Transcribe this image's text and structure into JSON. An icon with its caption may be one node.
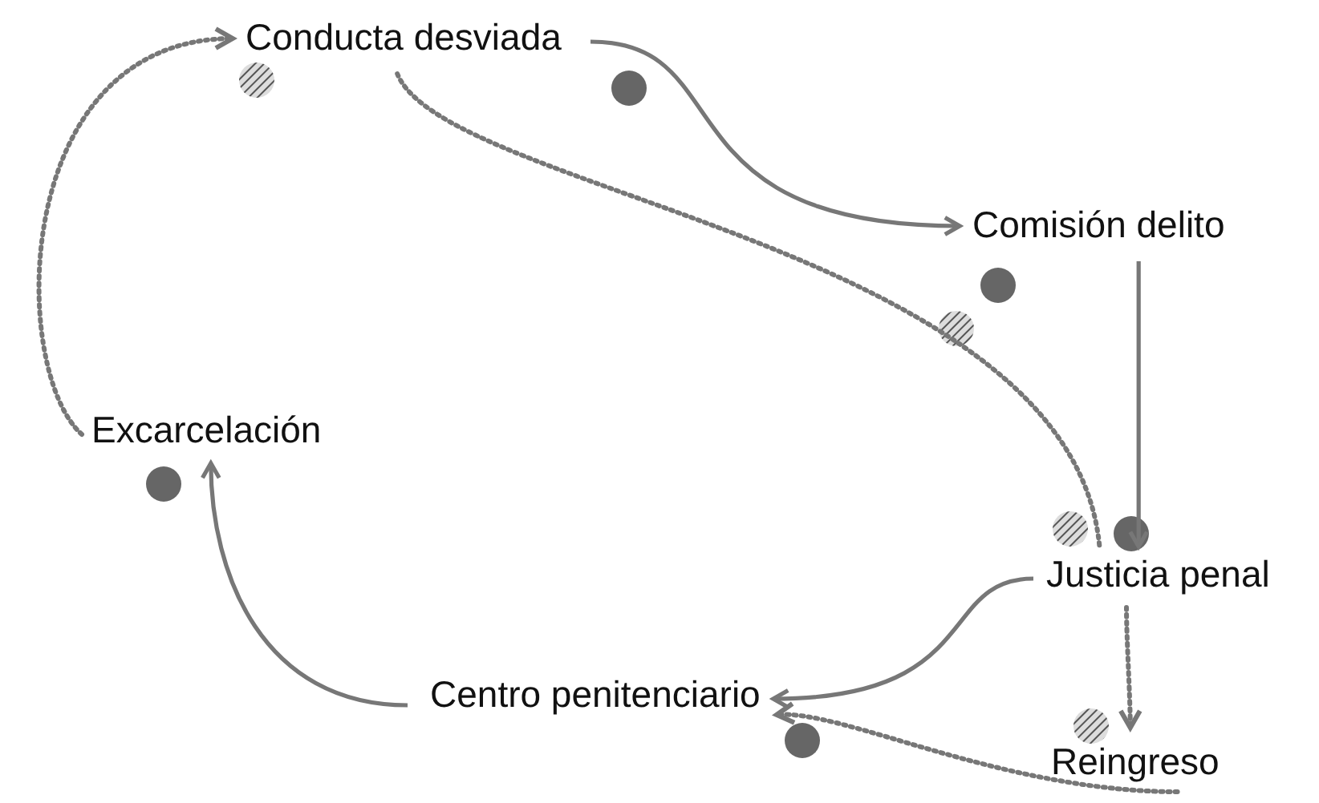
{
  "diagram": {
    "nodes": [
      {
        "text": [
          "Conducta desviada"
        ]
      },
      {
        "text": [
          "Comisión delito"
        ]
      },
      {
        "text": [
          "Excarcelación"
        ]
      },
      {
        "text": [
          "Justicia penal"
        ]
      },
      {
        "text": [
          "Centro penitenciario"
        ]
      },
      {
        "text": [
          "Reingreso"
        ]
      }
    ],
    "edges": [
      {
        "from": 2,
        "to": 0,
        "arrow": "to",
        "style": "dashed"
      },
      {
        "from": 0,
        "to": 1,
        "arrow": "to"
      },
      {
        "from": 1,
        "to": 3,
        "arrow": "to"
      },
      {
        "from": 3,
        "to": 4,
        "arrow": "to"
      },
      {
        "from": 3,
        "to": 5,
        "arrow": "to",
        "style": "dashed"
      },
      {
        "from": 5,
        "to": 4,
        "arrow": "to",
        "style": "dashed"
      },
      {
        "from": 4,
        "to": 2,
        "arrow": "to"
      },
      {
        "from": 0,
        "to": 3,
        "arrow": "none",
        "style": "dashed"
      }
    ]
  }
}
